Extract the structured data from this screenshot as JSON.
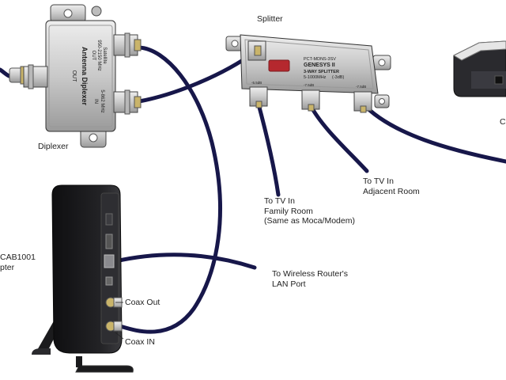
{
  "labels": {
    "splitter": "Splitter",
    "diplexer": "Diplexer",
    "tv_family_room": [
      "To TV In",
      "Family Room",
      "(Same as Moca/Modem)"
    ],
    "tv_adjacent_room": [
      "To TV In",
      "Adjacent Room"
    ],
    "wireless_router": [
      "To Wireless Router's",
      "LAN Port"
    ],
    "coax_out": "Coax Out",
    "coax_in": "Coax IN",
    "adapter_fragment": [
      "CAB1001",
      "pter"
    ],
    "right_device_fragment": "C"
  },
  "diplexer_device": {
    "title": "Antenna Diplexer",
    "top_terminal": "Satellite",
    "top_freq": "950-2150 MHz",
    "top_port": "OUT",
    "bottom_terminal": "5-862 MHz",
    "bottom_port": "IN",
    "side_port": "OUT"
  },
  "splitter_device": {
    "part_number": "PCT-MDNS-3SV",
    "brand": "GENESYS II",
    "model": "3-WAY SPLITTER",
    "freq": "5-1000MHz",
    "rating": "(-3dB)",
    "port_left": "-5.5dB",
    "port_mid": "-7.5dB",
    "port_right": "-7.5dB"
  },
  "colors": {
    "cable": "#17174a",
    "metal": "#c9c9c9",
    "metal_dark": "#8e8e8e",
    "brass": "#c9b46a",
    "modem_body": "#1b1b1d",
    "outline": "#333333"
  }
}
